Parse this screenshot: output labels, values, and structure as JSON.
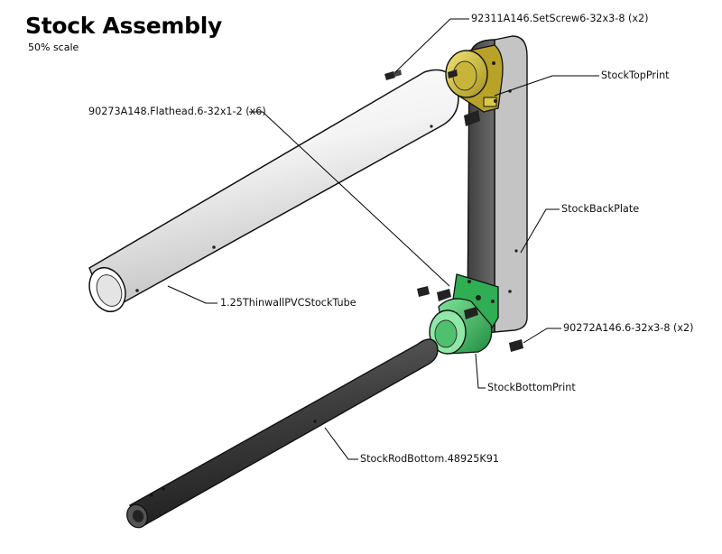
{
  "header": {
    "title": "Stock Assembly",
    "scale": "50% scale"
  },
  "callouts": {
    "setscrew_top": "92311A146.SetScrew6-32x3-8 (x2)",
    "top_print": "StockTopPrint",
    "flathead": "90273A148.Flathead.6-32x1-2 (x6)",
    "back_plate": "StockBackPlate",
    "pvc_tube": "1.25ThinwallPVCStockTube",
    "screw_bottom": "90272A146.6-32x3-8 (x2)",
    "bottom_print": "StockBottomPrint",
    "rod_bottom": "StockRodBottom.48925K91"
  },
  "colors": {
    "top_print": "#d4c034",
    "bottom_print": "#3fbf5f",
    "back_plate": "#555555",
    "pvc_tube": "#f2f2f2",
    "rod": "#3a3a3a"
  }
}
